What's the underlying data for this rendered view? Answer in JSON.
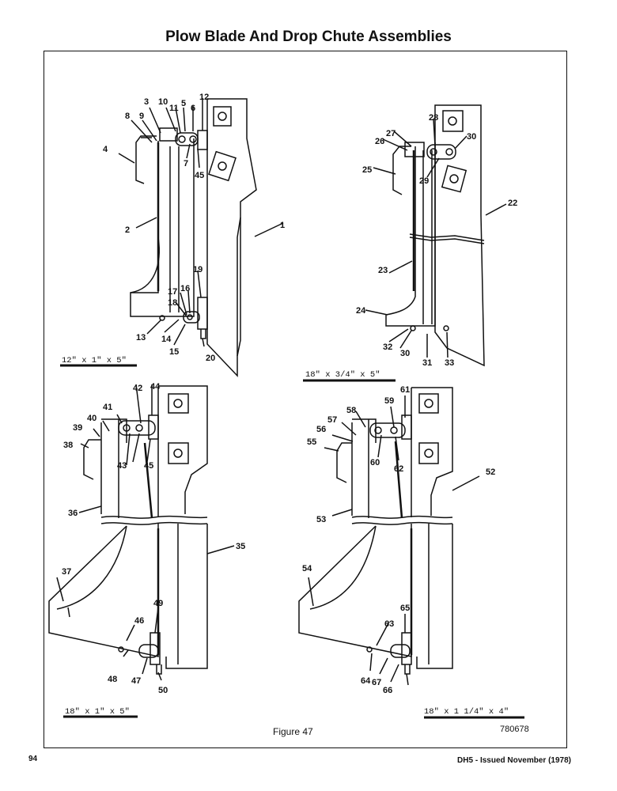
{
  "title": "Plow Blade And Drop Chute Assemblies",
  "figure_label": "Figure 47",
  "drawing_code": "780678",
  "page_number": "94",
  "issue_note": "DH5 - Issued November (1978)",
  "dimensions": {
    "a": "12\" x 1\" x 5\"",
    "b": "18\" x 3/4\" x 5\"",
    "c": "18\" x 1\" x 5\"",
    "d": "18\" x 1 1/4\" x 4\""
  },
  "callouts": {
    "a": [
      "1",
      "2",
      "3",
      "4",
      "5",
      "6",
      "7",
      "8",
      "9",
      "10",
      "11",
      "12",
      "13",
      "14",
      "15",
      "16",
      "17",
      "18",
      "19",
      "20",
      "45"
    ],
    "b": [
      "22",
      "23",
      "24",
      "25",
      "26",
      "27",
      "28",
      "29",
      "30",
      "30",
      "31",
      "32",
      "33"
    ],
    "c": [
      "35",
      "36",
      "37",
      "38",
      "39",
      "40",
      "41",
      "42",
      "43",
      "44",
      "45",
      "46",
      "47",
      "48",
      "49",
      "50"
    ],
    "d": [
      "52",
      "53",
      "54",
      "55",
      "56",
      "57",
      "58",
      "59",
      "60",
      "61",
      "62",
      "63",
      "64",
      "65",
      "66",
      "67"
    ]
  }
}
